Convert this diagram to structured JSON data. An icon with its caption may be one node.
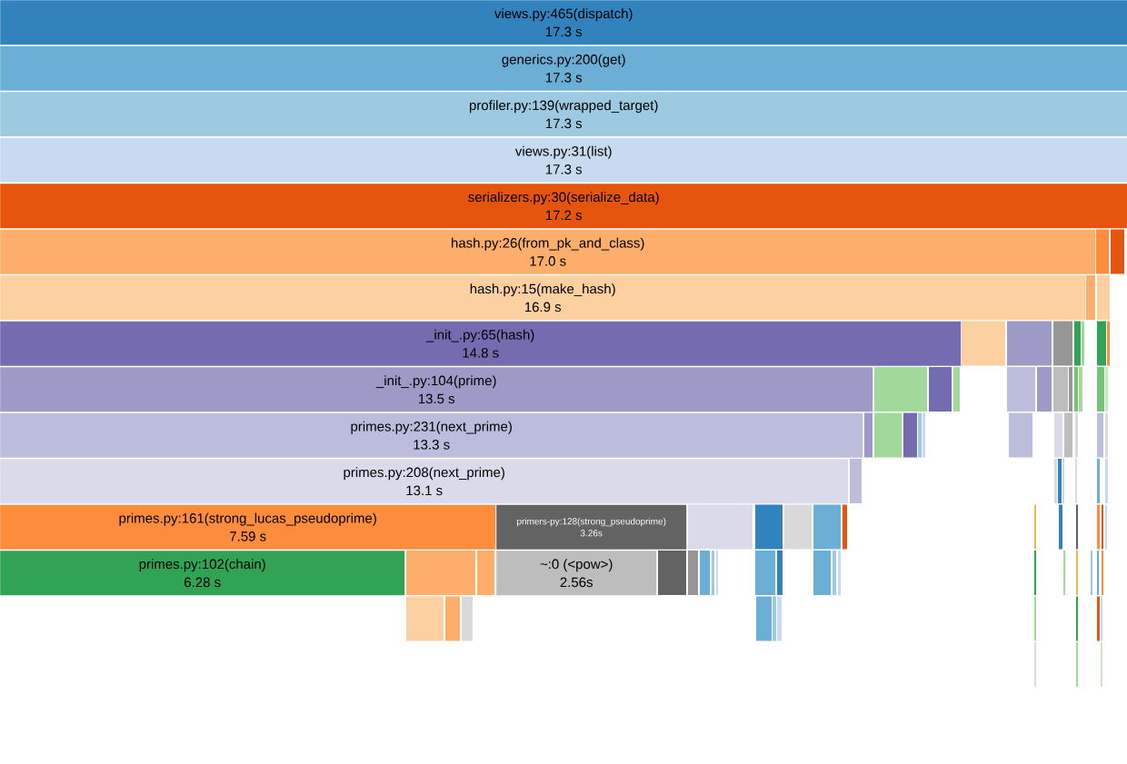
{
  "diagram": {
    "nodes": [
      {
        "text": [
          "views.py:465(dispatch)",
          "17.3 s"
        ]
      },
      {
        "text": [
          "generics.py:200(get)",
          "17.3 s"
        ]
      },
      {
        "text": [
          "profiler.py:139(wrapped_target)",
          "17.3 s"
        ]
      },
      {
        "text": [
          "views.py:31(list)",
          "17.3 s"
        ]
      },
      {
        "text": [
          "serializers.py:30(serialize_data)",
          "17.2 s"
        ]
      },
      {
        "text": [
          "hash.py:26(from_pk_and_class)",
          "17.0 s"
        ]
      },
      {
        "text": [
          "hash.py:15(make_hash)",
          "16.9 s"
        ]
      },
      {
        "text": [
          "_init_.py:65(hash)",
          "14.8 s"
        ]
      },
      {
        "text": [
          "_init_.py:104(prime)",
          "13.5 s"
        ]
      },
      {
        "text": [
          "primes.py:231(next_prime)",
          "13.3 s"
        ]
      },
      {
        "text": [
          "primes.py:208(next_prime)",
          "13.1 s"
        ]
      },
      {
        "text": [
          "primes.py:161(strong_lucas_pseudoprime)",
          "7.59 s"
        ]
      },
      {
        "text": [
          "primers-py:128(strong_pseudoprime)",
          "3.26s"
        ]
      },
      {
        "text": [
          "primes.py:102(chain)",
          "6.28 s"
        ]
      },
      {
        "text": [
          "~:0 (<pow>)",
          "2.56s"
        ]
      }
    ]
  }
}
